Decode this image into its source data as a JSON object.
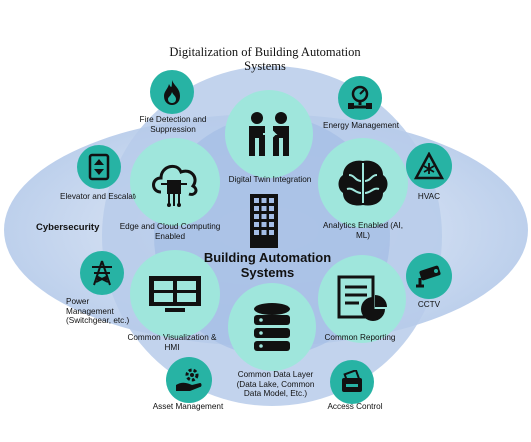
{
  "title": "Digitalization of Building Automation Systems",
  "center": {
    "label": "Building Automation Systems"
  },
  "outer_ring": {
    "label": "Cybersecurity"
  },
  "core_nodes": [
    {
      "label": "Digital Twin Integration",
      "icon": "two-people-handshake-icon"
    },
    {
      "label": "Analytics Enabled (AI, ML)",
      "icon": "brain-icon"
    },
    {
      "label": "Common Reporting",
      "icon": "report-chart-icon"
    },
    {
      "label": "Common Data Layer (Data Lake, Common Data Model, Etc.)",
      "icon": "database-icon"
    },
    {
      "label": "Common Visualization & HMI",
      "icon": "monitor-icon"
    },
    {
      "label": "Edge and Cloud Computing Enabled",
      "icon": "cloud-chip-icon"
    }
  ],
  "satellite_nodes": [
    {
      "label": "Fire Detection and Suppression",
      "icon": "fire-icon"
    },
    {
      "label": "Energy Management",
      "icon": "energy-meter-icon"
    },
    {
      "label": "HVAC",
      "icon": "snowflake-warning-icon"
    },
    {
      "label": "CCTV",
      "icon": "cctv-camera-icon"
    },
    {
      "label": "Access Control",
      "icon": "card-reader-icon"
    },
    {
      "label": "Asset Management",
      "icon": "hand-gear-icon"
    },
    {
      "label": "Power Management (Switchgear, etc.)",
      "icon": "power-tower-icon"
    },
    {
      "label": "Elevator and Escalator",
      "icon": "elevator-icon"
    }
  ],
  "colors": {
    "core": "#9fe6dc",
    "satellite": "#27b3a4",
    "ring_outer": "#c7d6ee",
    "ring_inner": "#a9c1e6",
    "icon": "#111111"
  }
}
